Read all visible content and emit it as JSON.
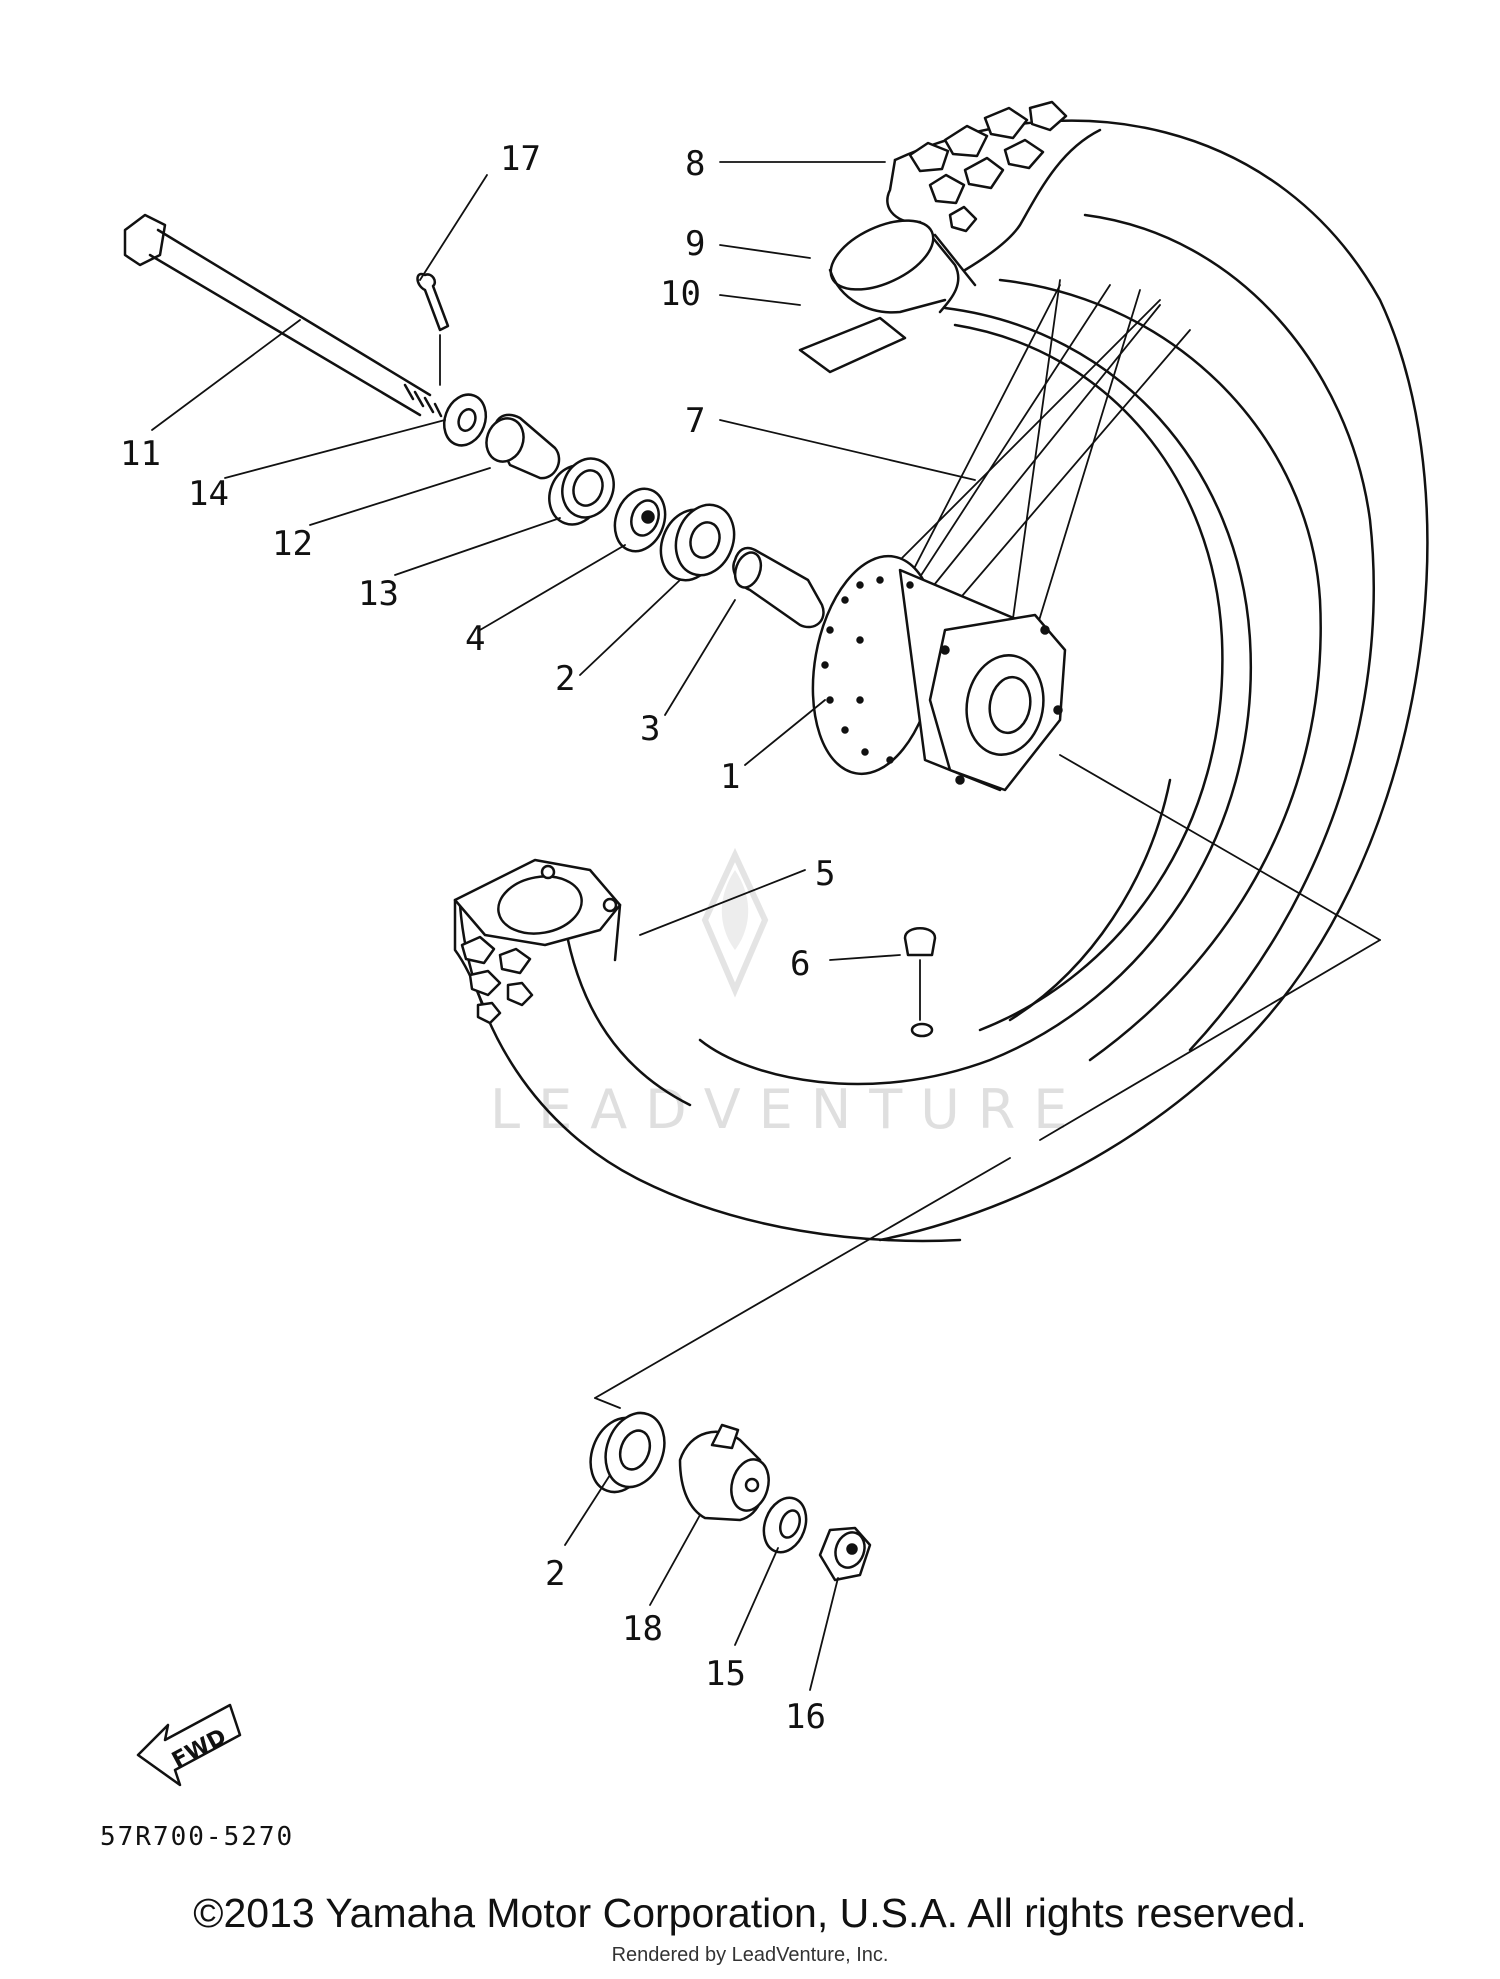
{
  "diagram": {
    "callouts": [
      {
        "id": "c1",
        "text": "1"
      },
      {
        "id": "c2a",
        "text": "2"
      },
      {
        "id": "c2b",
        "text": "2"
      },
      {
        "id": "c3",
        "text": "3"
      },
      {
        "id": "c4",
        "text": "4"
      },
      {
        "id": "c5",
        "text": "5"
      },
      {
        "id": "c6",
        "text": "6"
      },
      {
        "id": "c7",
        "text": "7"
      },
      {
        "id": "c8",
        "text": "8"
      },
      {
        "id": "c9",
        "text": "9"
      },
      {
        "id": "c10",
        "text": "10"
      },
      {
        "id": "c11",
        "text": "11"
      },
      {
        "id": "c12",
        "text": "12"
      },
      {
        "id": "c13",
        "text": "13"
      },
      {
        "id": "c14",
        "text": "14"
      },
      {
        "id": "c15",
        "text": "15"
      },
      {
        "id": "c16",
        "text": "16"
      },
      {
        "id": "c17",
        "text": "17"
      },
      {
        "id": "c18",
        "text": "18"
      }
    ],
    "fwd_label": "FWD",
    "part_number": "57R700-5270",
    "watermark": "LEADVENTURE"
  },
  "footer": {
    "copyright": "©2013 Yamaha Motor Corporation, U.S.A. All rights reserved.",
    "rendered_by": "Rendered by LeadVenture, Inc."
  }
}
